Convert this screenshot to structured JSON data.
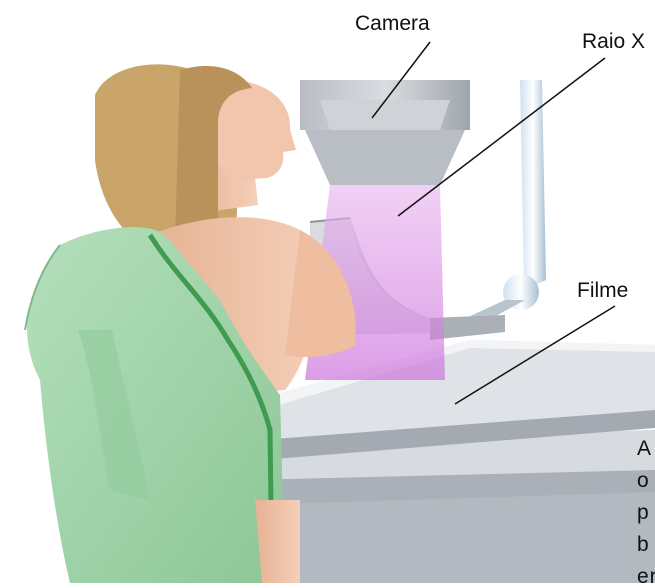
{
  "labels": {
    "camera": "Camera",
    "xray": "Raio X",
    "film": "Filme"
  },
  "side_text": [
    "A",
    "o",
    "p",
    "b",
    "er"
  ],
  "colors": {
    "gown": "#9fd3a8",
    "gown_trim": "#3f9b4f",
    "skin": "#f0c3a8",
    "hair": "#c9a56a",
    "machine": "#c9ced4",
    "beam": "#d58fe0"
  }
}
